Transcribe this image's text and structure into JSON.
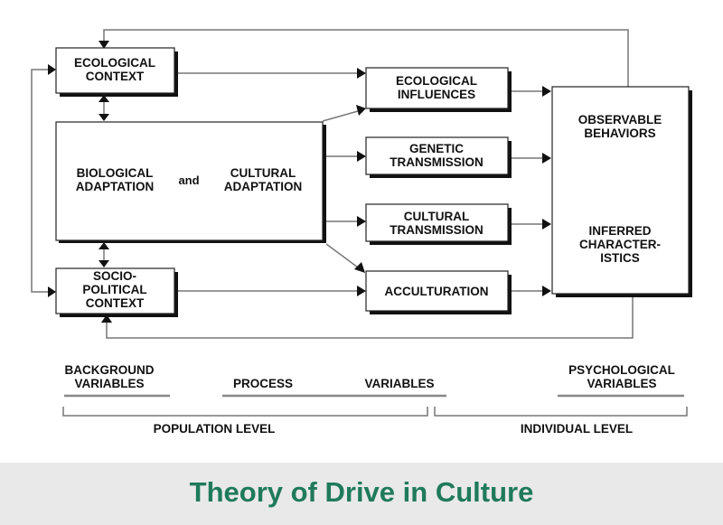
{
  "boxes": {
    "ecological_context": [
      "ECOLOGICAL",
      "CONTEXT"
    ],
    "adaptation": {
      "biological": [
        "BIOLOGICAL",
        "ADAPTATION"
      ],
      "and": "and",
      "cultural": [
        "CULTURAL",
        "ADAPTATION"
      ]
    },
    "sociopolitical_context": [
      "SOCIO-",
      "POLITICAL",
      "CONTEXT"
    ],
    "ecological_influences": [
      "ECOLOGICAL",
      "INFLUENCES"
    ],
    "genetic_transmission": [
      "GENETIC",
      "TRANSMISSION"
    ],
    "cultural_transmission": [
      "CULTURAL",
      "TRANSMISSION"
    ],
    "acculturation": "ACCULTURATION",
    "observable_behaviors": [
      "OBSERVABLE",
      "BEHAVIORS"
    ],
    "inferred_characteristics": [
      "INFERRED",
      "CHARACTER-",
      "ISTICS"
    ]
  },
  "labels": {
    "background_variables": [
      "BACKGROUND",
      "VARIABLES"
    ],
    "process": "PROCESS",
    "variables": "VARIABLES",
    "psychological_variables": [
      "PSYCHOLOGICAL",
      "VARIABLES"
    ],
    "population_level": "POPULATION LEVEL",
    "individual_level": "INDIVIDUAL LEVEL"
  },
  "footer": {
    "title": "Theory of Drive in Culture"
  },
  "colors": {
    "title": "#1f7a5c",
    "band": "#e9e9e9"
  }
}
